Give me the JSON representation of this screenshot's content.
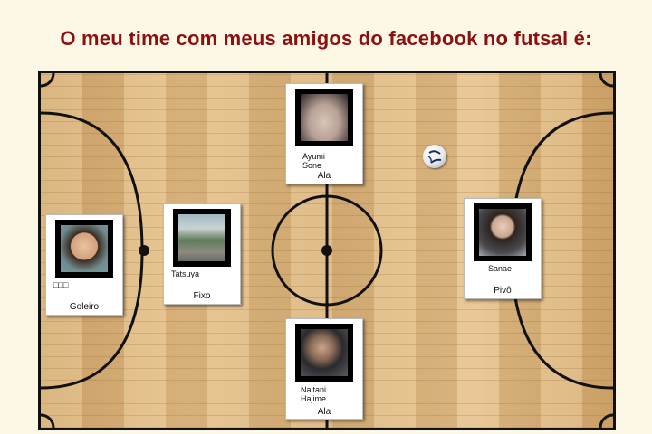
{
  "page": {
    "title": "O meu time com meus amigos do facebook no futsal é:"
  },
  "players": [
    {
      "id": "goleiro",
      "name": "□□□",
      "position": "Goleiro"
    },
    {
      "id": "fixo",
      "name": "Tatsuya",
      "position": "Fixo"
    },
    {
      "id": "ala-top",
      "name": "Ayumi\nSone",
      "position": "Ala"
    },
    {
      "id": "ala-bottom",
      "name": "Naitani\nHajime",
      "position": "Ala"
    },
    {
      "id": "pivo",
      "name": "Sanae",
      "position": "Pivô"
    }
  ],
  "icons": {
    "ball": "soccer-ball-icon"
  },
  "colors": {
    "title": "#8b1010",
    "court": "#d9b27a",
    "lines": "#111111"
  }
}
